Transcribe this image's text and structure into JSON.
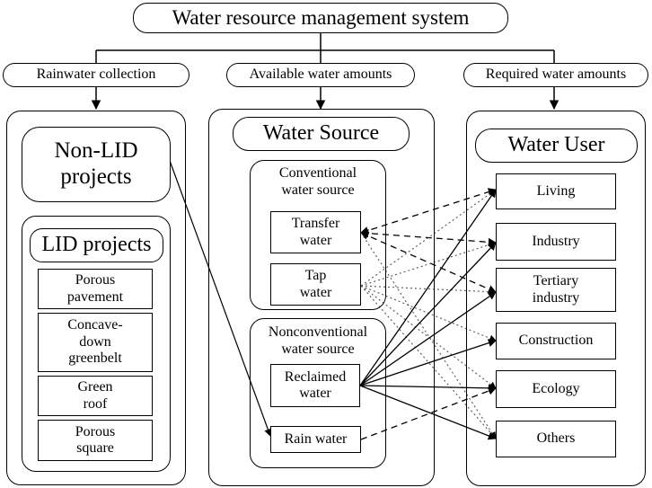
{
  "title": "Water resource management system",
  "categories": {
    "rainwater": "Rainwater collection",
    "available": "Available water amounts",
    "required": "Required water amounts"
  },
  "left": {
    "non_lid": "Non-LID\nprojects",
    "lid": "LID projects",
    "lid_items": [
      "Porous\npavement",
      "Concave-\ndown\ngreenbelt",
      "Green\nroof",
      "Porous\nsquare"
    ]
  },
  "middle": {
    "header": "Water Source",
    "conventional": {
      "title": "Conventional\nwater source",
      "items": [
        "Transfer\nwater",
        "Tap\nwater"
      ]
    },
    "nonconventional": {
      "title": "Nonconventional\nwater source",
      "items": [
        "Reclaimed\nwater",
        "Rain water"
      ]
    }
  },
  "right": {
    "header": "Water User",
    "users": [
      "Living",
      "Industry",
      "Tertiary\nindustry",
      "Construction",
      "Ecology",
      "Others"
    ]
  }
}
